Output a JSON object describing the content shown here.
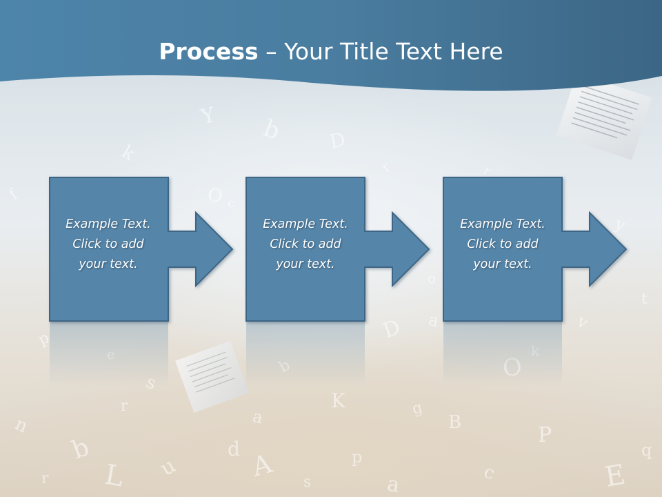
{
  "slide": {
    "title_bold": "Process",
    "title_rest": " – Your Title Text Here",
    "colors": {
      "banner": "#48799b",
      "box_fill": "#5585a8",
      "box_border": "#3e6585",
      "text": "#ffffff"
    }
  },
  "steps": [
    {
      "line1": "Example Text.",
      "line2": "Click  to add",
      "line3": "your text."
    },
    {
      "line1": "Example Text.",
      "line2": "Click  to add",
      "line3": "your text."
    },
    {
      "line1": "Example Text.",
      "line2": "Click  to add",
      "line3": "your text."
    }
  ]
}
